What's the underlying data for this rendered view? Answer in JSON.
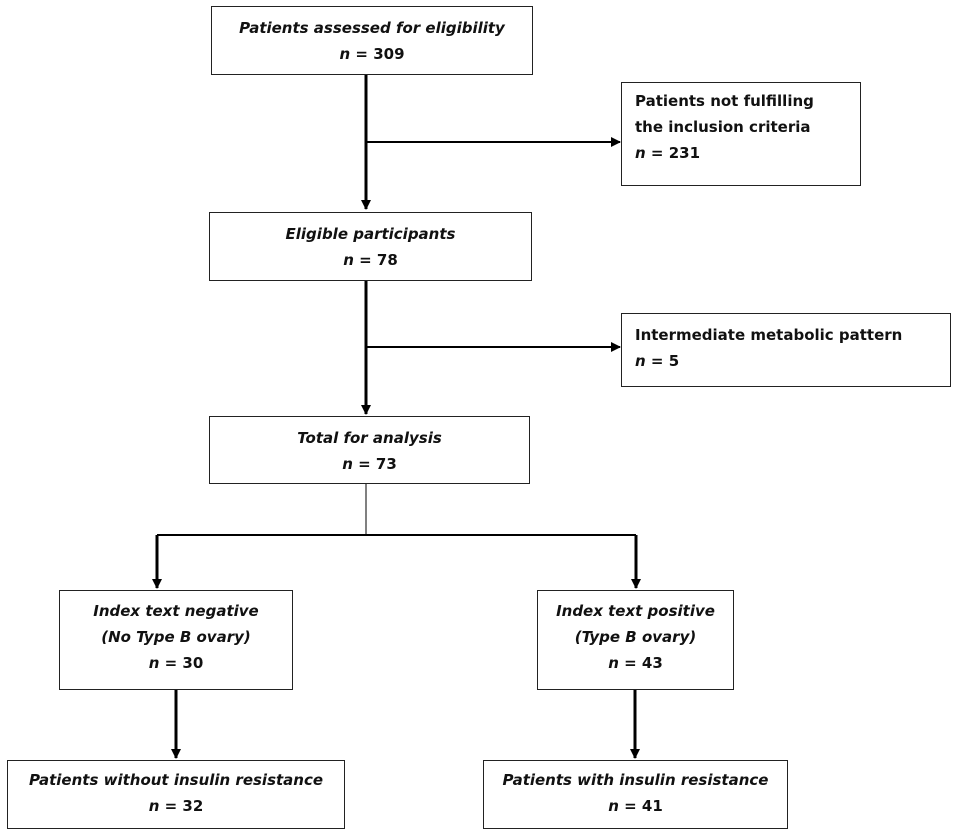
{
  "flowchart": {
    "assessed": {
      "label": "Patients assessed for eligibility",
      "n_symbol": "n",
      "n_value": "= 309"
    },
    "excluded_criteria": {
      "line1": "Patients not fulfilling",
      "line2": "the inclusion criteria",
      "n_symbol": "n",
      "n_value": "= 231"
    },
    "eligible": {
      "label": "Eligible participants",
      "n_symbol": "n",
      "n_value": "= 78"
    },
    "excluded_metabolic": {
      "label": "Intermediate metabolic pattern",
      "n_symbol": "n",
      "n_value": "= 5"
    },
    "analysis": {
      "label": "Total for analysis",
      "n_symbol": "n",
      "n_value": "= 73"
    },
    "negative": {
      "line1": "Index text negative",
      "line2": "(No Type B ovary)",
      "n_symbol": "n",
      "n_value": "= 30"
    },
    "positive": {
      "line1": "Index text positive",
      "line2": "(Type B ovary)",
      "n_symbol": "n",
      "n_value": "= 43"
    },
    "without_ir": {
      "label": "Patients without insulin resistance",
      "n_symbol": "n",
      "n_value": "= 32"
    },
    "with_ir": {
      "label": "Patients with insulin resistance",
      "n_symbol": "n",
      "n_value": "= 41"
    }
  }
}
